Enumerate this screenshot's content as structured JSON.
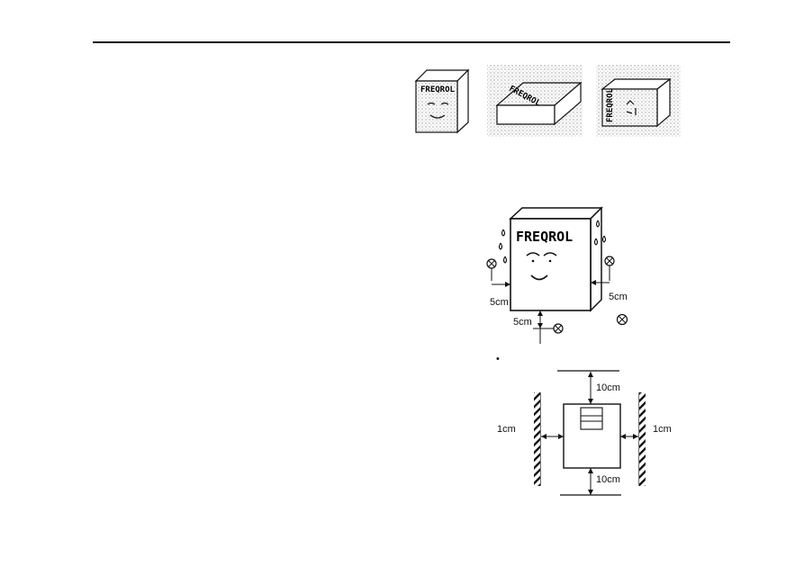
{
  "orientation_illustrations": {
    "brand_label": "FREQROL",
    "boxes": [
      {
        "name": "upright-box",
        "brand": "FREQROL"
      },
      {
        "name": "flat-box",
        "brand": "FREQROL"
      },
      {
        "name": "sideways-box",
        "brand": "FREQROL"
      }
    ]
  },
  "clearance_illustration": {
    "brand": "FREQROL",
    "left_distance": "5cm",
    "right_distance": "5cm",
    "bottom_distance": "5cm"
  },
  "spacing_diagram": {
    "top_distance": "10cm",
    "bottom_distance": "10cm",
    "left_distance": "1cm",
    "right_distance": "1cm",
    "note_bullet": "•"
  }
}
